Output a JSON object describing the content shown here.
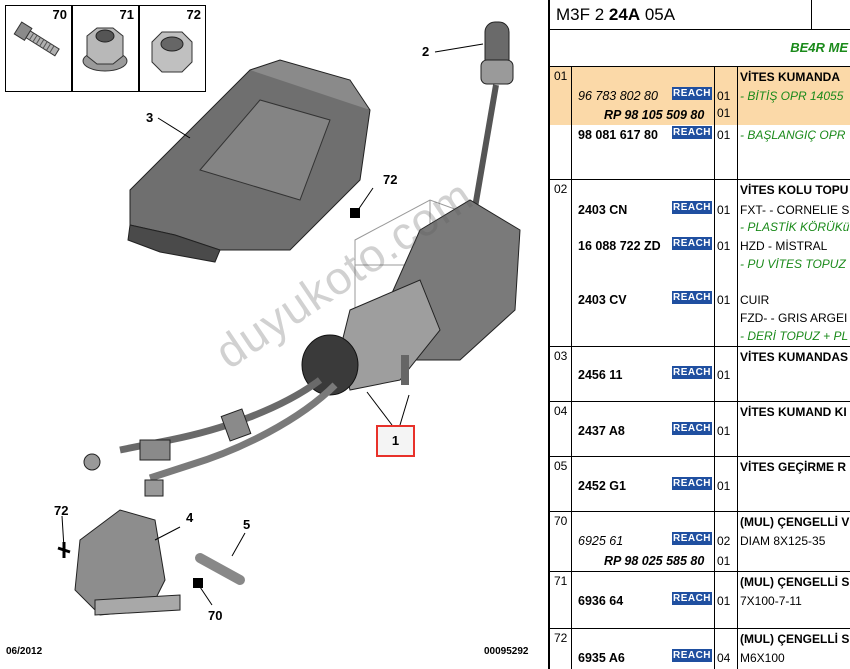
{
  "diagram": {
    "fastener_boxes": [
      {
        "num": "70",
        "icon": "bolt-icon"
      },
      {
        "num": "71",
        "icon": "flange-nut-icon"
      },
      {
        "num": "72",
        "icon": "nut-icon"
      }
    ],
    "callouts": {
      "c1": "1",
      "c2": "2",
      "c3": "3",
      "c4": "4",
      "c5": "5",
      "c70": "70",
      "c72a": "72",
      "c72b": "72"
    },
    "date": "06/2012",
    "ref": "00095292",
    "watermark": "duyukoto.com"
  },
  "panel": {
    "code_prefix": "M3F 2 ",
    "code_bold": "24A",
    "code_suffix": " 05A",
    "subheader": "BE4R ME",
    "reach_label": "REACH",
    "rows": [
      {
        "no": "01",
        "title": "VİTES KUMANDA",
        "lines": [
          {
            "pn": "96 783 802 80",
            "qty": "01",
            "desc": "- BİTİŞ OPR 14055"
          },
          {
            "pn": "RP 98 105 509 80",
            "qty": "01",
            "desc": ""
          },
          {
            "pn": "98 081 617 80",
            "qty": "01",
            "desc": "- BAŞLANGIÇ OPR"
          }
        ]
      },
      {
        "no": "02",
        "title": "VİTES KOLU TOPU",
        "lines": [
          {
            "pn": "2403 CN",
            "qty": "01",
            "desc": "FXT- - CORNELIE S",
            "desc2": "- PLASTİK KÖRÜKü"
          },
          {
            "pn": "16 088 722 ZD",
            "qty": "01",
            "desc": "HZD - MİSTRAL",
            "desc2": "- PU VİTES TOPUZ"
          },
          {
            "pn": "2403 CV",
            "qty": "01",
            "desc": "CUIR",
            "desc2": "FZD- - GRIS ARGEI",
            "desc3": "- DERİ TOPUZ + PL"
          }
        ]
      },
      {
        "no": "03",
        "title": "VİTES KUMANDAS",
        "lines": [
          {
            "pn": "2456 11",
            "qty": "01"
          }
        ]
      },
      {
        "no": "04",
        "title": "VİTES KUMAND KI",
        "lines": [
          {
            "pn": "2437 A8",
            "qty": "01"
          }
        ]
      },
      {
        "no": "05",
        "title": "VİTES GEÇİRME R",
        "lines": [
          {
            "pn": "2452 G1",
            "qty": "01"
          }
        ]
      },
      {
        "no": "70",
        "title": "(MUL) ÇENGELLİ V",
        "lines": [
          {
            "pn": "6925 61",
            "qty": "02",
            "desc": "DIAM 8X125-35"
          },
          {
            "pn": "RP 98 025 585 80",
            "qty": "01",
            "desc": ""
          }
        ]
      },
      {
        "no": "71",
        "title": "(MUL) ÇENGELLİ S",
        "lines": [
          {
            "pn": "6936 64",
            "qty": "01",
            "desc": "7X100-7-11"
          }
        ]
      },
      {
        "no": "72",
        "title": "(MUL) ÇENGELLİ S",
        "lines": [
          {
            "pn": "6935 A6",
            "qty": "04",
            "desc": "M6X100"
          }
        ]
      }
    ]
  }
}
